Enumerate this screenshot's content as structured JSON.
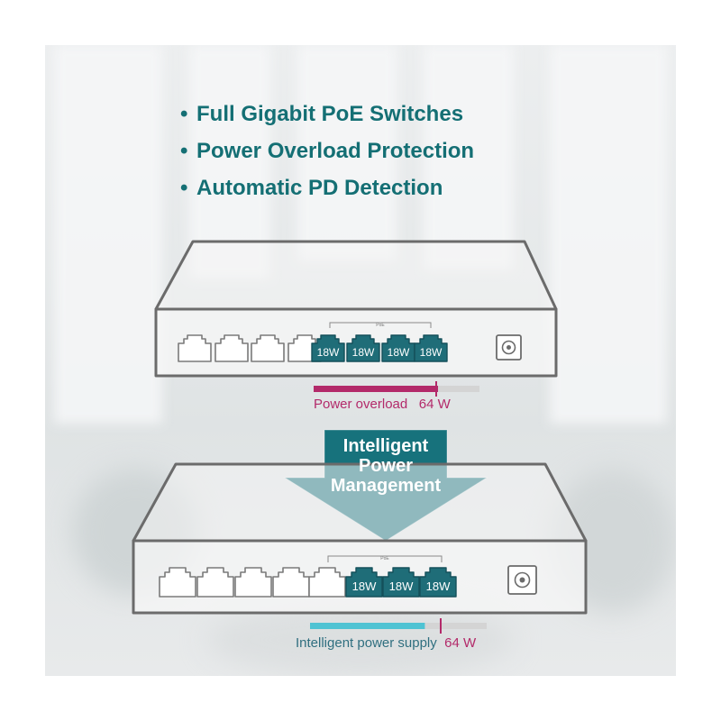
{
  "features": [
    "Full Gigabit PoE Switches",
    "Power Overload Protection",
    "Automatic PD Detection"
  ],
  "top_switch": {
    "poe_label": "PoE",
    "port_labels": [
      "18W",
      "18W",
      "18W",
      "18W"
    ],
    "bar": {
      "label": "Power overload",
      "value": "64 W",
      "fill_fraction": 0.75
    }
  },
  "arrow": {
    "lines": [
      "Intelligent",
      "Power",
      "Management"
    ]
  },
  "bottom_switch": {
    "poe_label": "PoE",
    "port_labels": [
      "18W",
      "18W",
      "18W"
    ],
    "bar": {
      "label": "Intelligent power supply",
      "value": "64 W",
      "fill_fraction": 0.65
    }
  },
  "colors": {
    "teal_text": "#146f74",
    "port_teal": "#1f6d78",
    "overload": "#b32a6a",
    "supply": "#4fc3d3",
    "device_outline": "#6b6b6b"
  }
}
